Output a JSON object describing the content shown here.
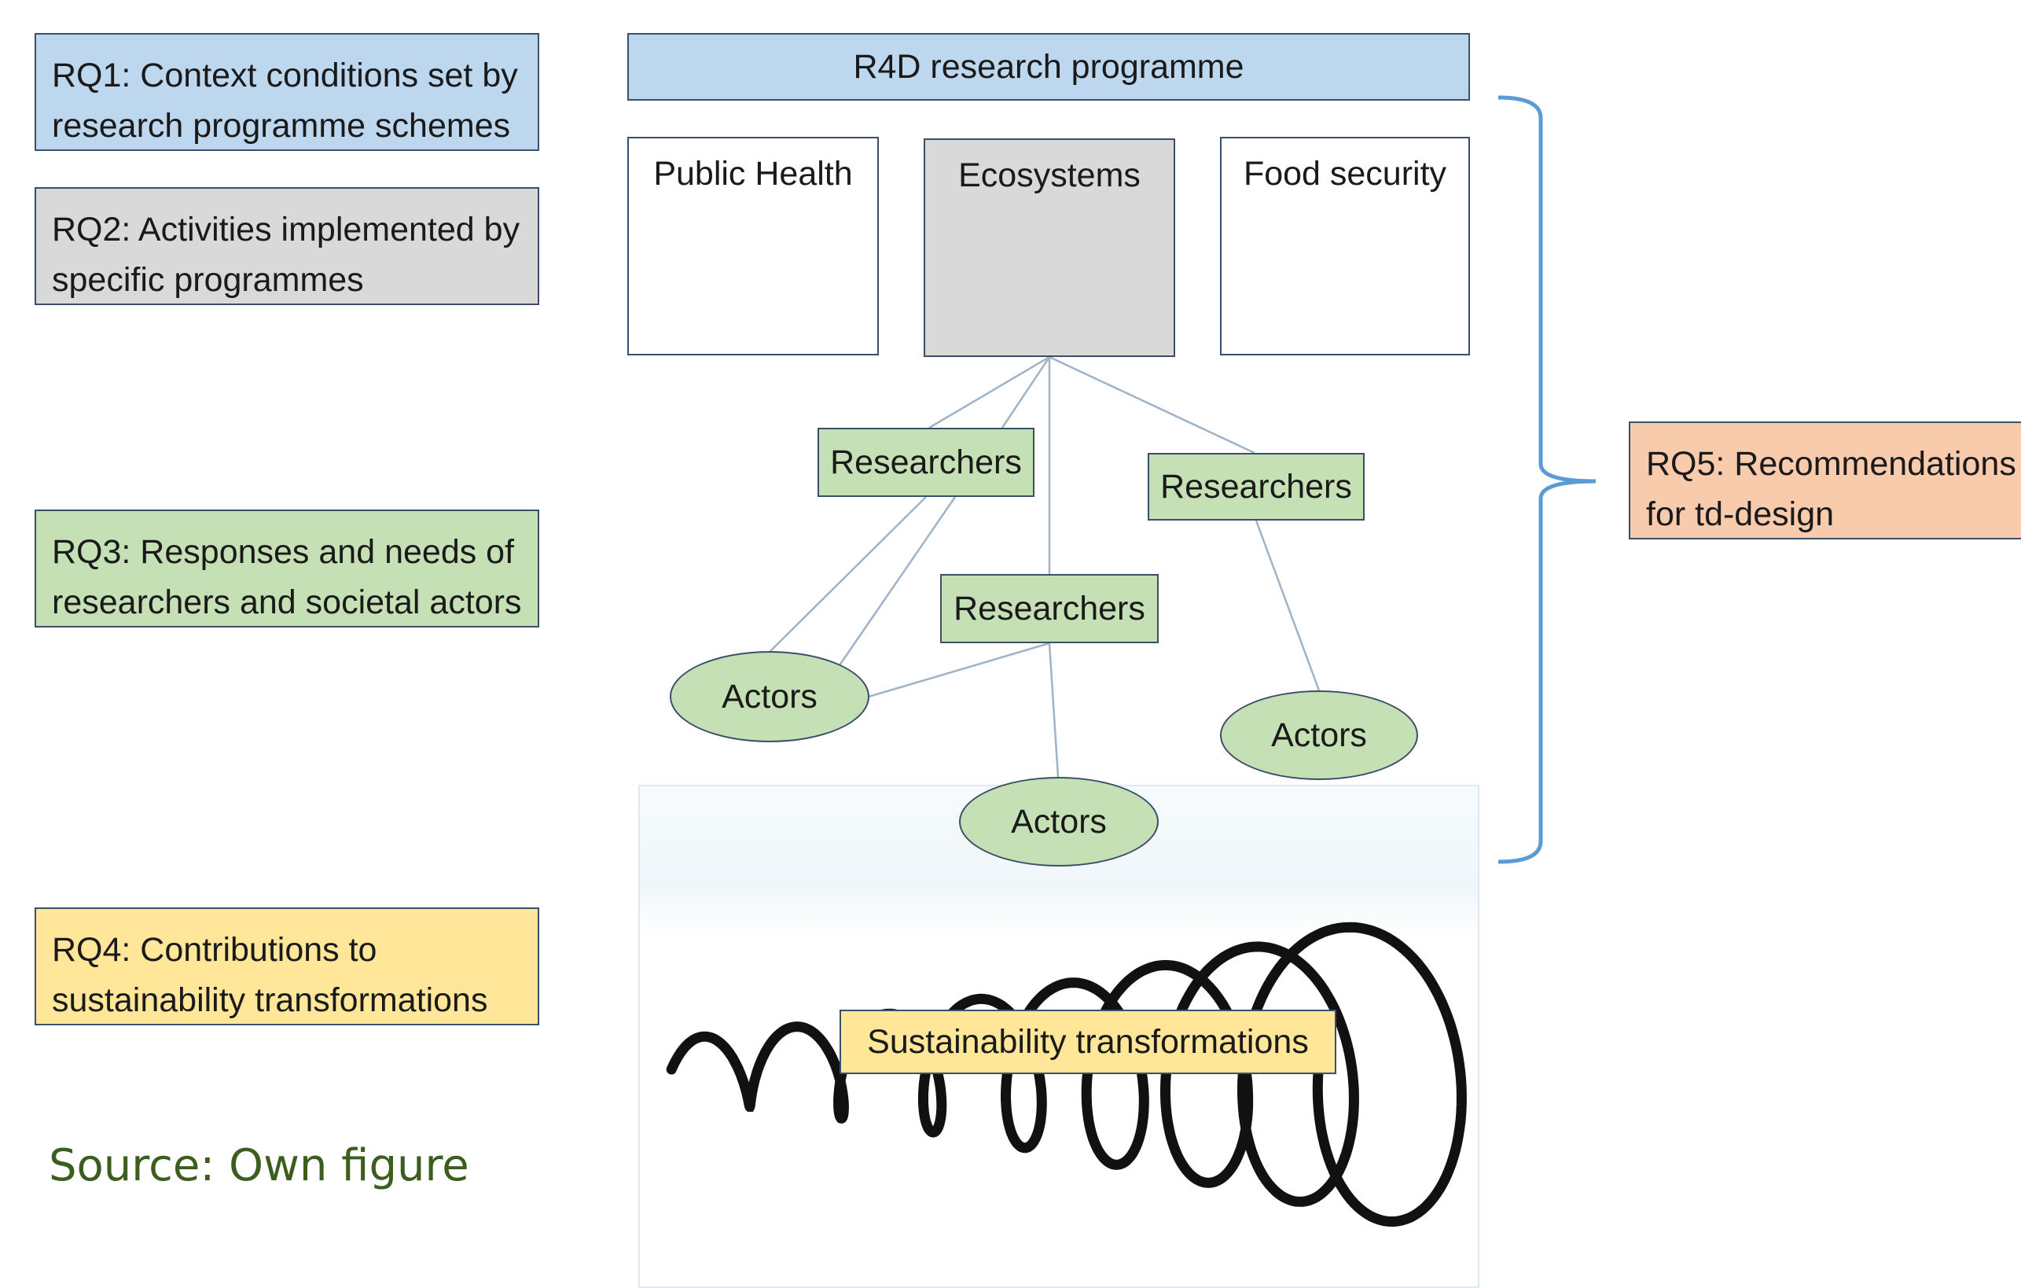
{
  "research_questions": {
    "rq1": "RQ1: Context conditions set by research programme schemes",
    "rq2": "RQ2: Activities implemented by specific programmes",
    "rq3": "RQ3: Responses and needs of researchers and societal actors",
    "rq4": "RQ4: Contributions to sustainability transformations",
    "rq5": "RQ5: Recommendations for td-design"
  },
  "programme": {
    "title": "R4D research programme",
    "themes": [
      "Public Health",
      "Ecosystems",
      "Food security"
    ]
  },
  "network": {
    "researchers": [
      "Researchers",
      "Researchers",
      "Researchers"
    ],
    "actors": [
      "Actors",
      "Actors",
      "Actors"
    ]
  },
  "outcome": {
    "label": "Sustainability transformations"
  },
  "source": "Source: Own figure",
  "colors": {
    "rq1_blue": "#bdd7ee",
    "rq2_grey": "#d9d9d9",
    "rq3_green": "#c5e0b4",
    "rq4_yellow": "#ffe699",
    "rq5_orange": "#f8cbad",
    "brace_blue": "#5b9bd5",
    "link_line": "#9fb3c8"
  }
}
